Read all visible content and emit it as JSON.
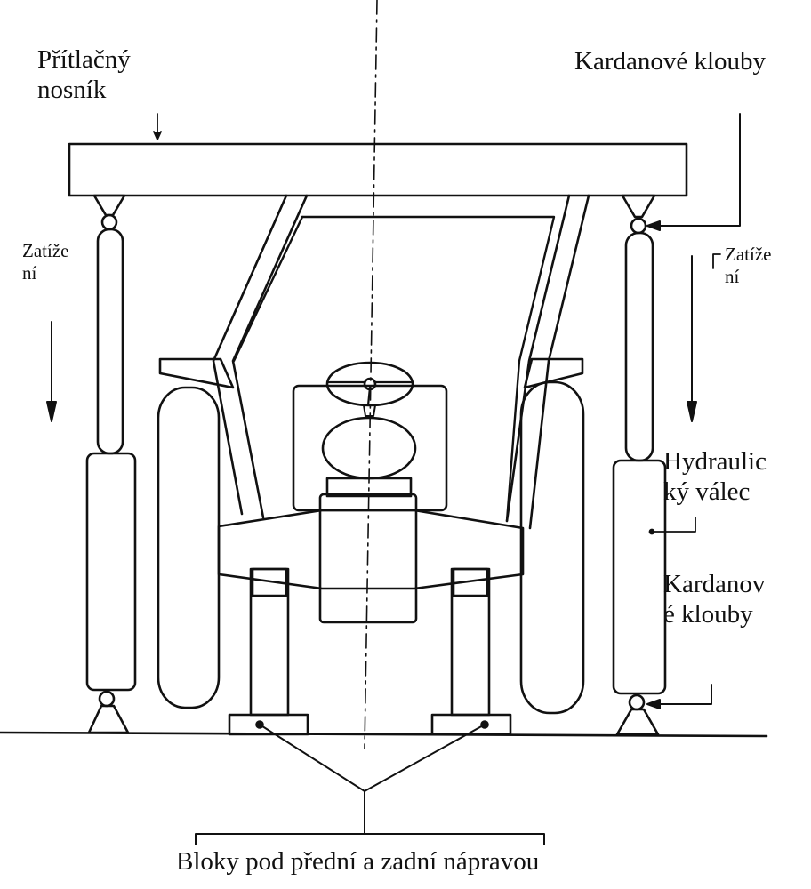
{
  "labels": {
    "beam": [
      "Přítlačný",
      "nosník"
    ],
    "joints_top": "Kardanové klouby",
    "load_left": [
      "Zatíže",
      "ní"
    ],
    "load_right": [
      "Zatíže",
      "ní"
    ],
    "hydraulic": [
      "Hydraulic",
      "ký válec"
    ],
    "joints_bottom": [
      "Kardanov",
      "é klouby"
    ],
    "blocks": "Bloky pod přední a zadní nápravou"
  },
  "colors": {
    "ink": "#111111",
    "paper": "#ffffff"
  }
}
